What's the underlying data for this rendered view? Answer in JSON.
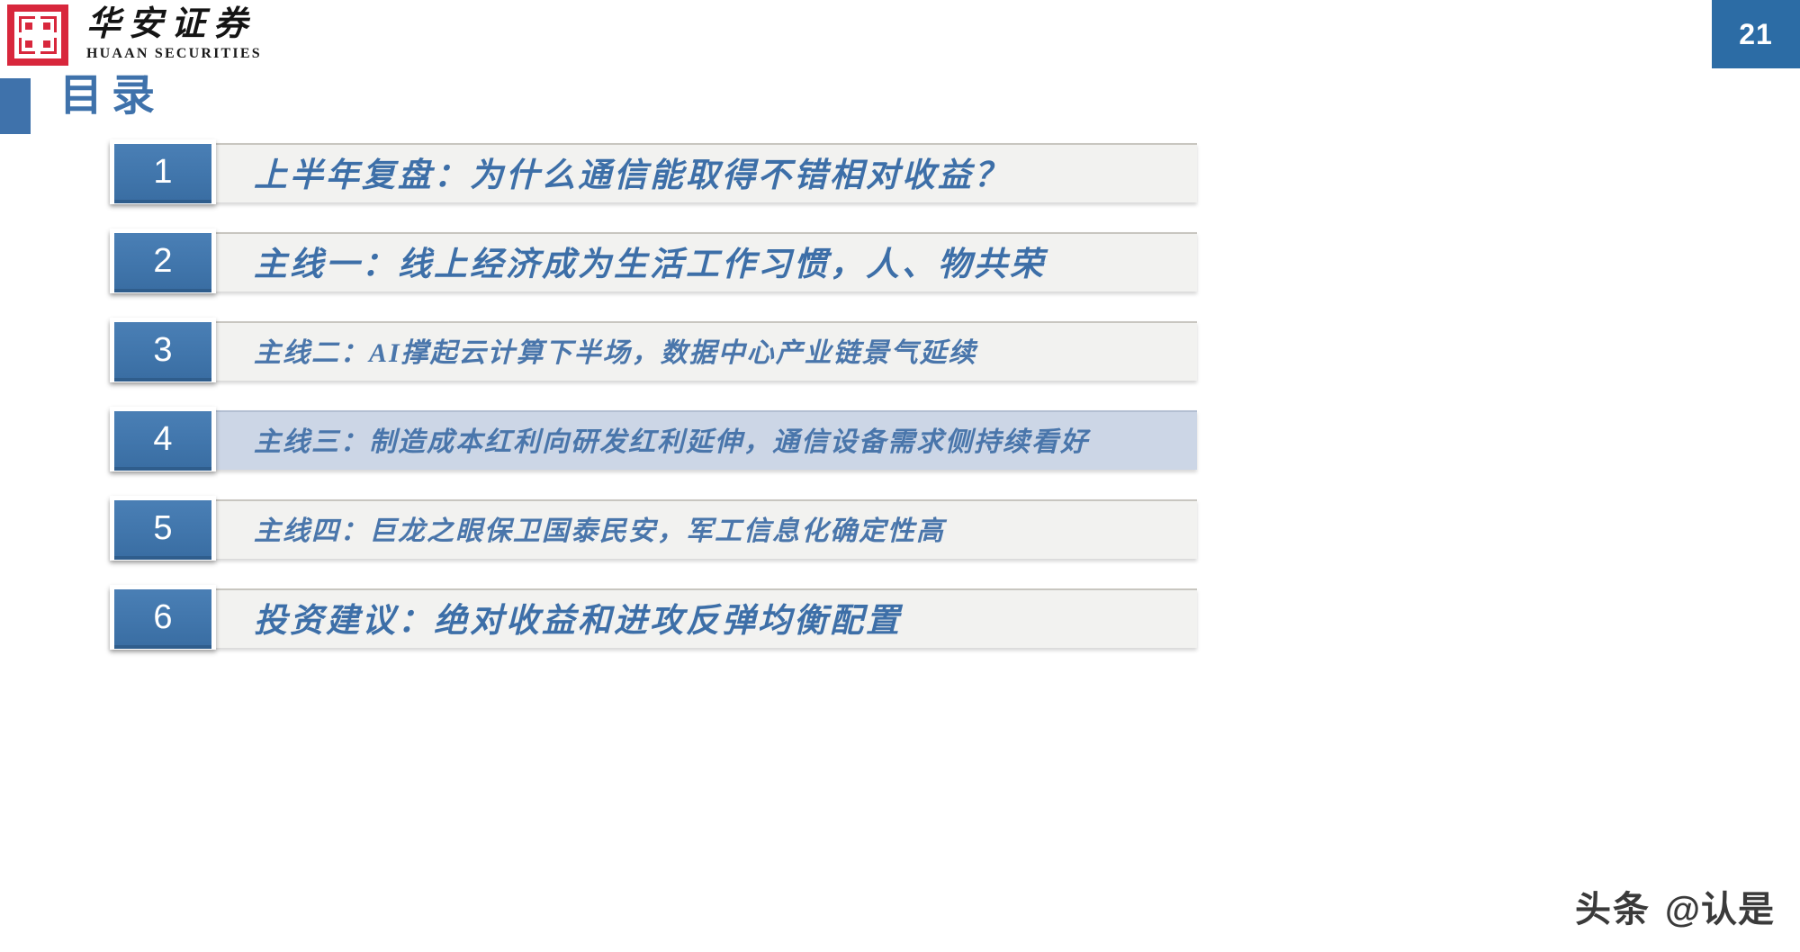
{
  "page": {
    "number": "21",
    "badge_color": "#2c6ca5",
    "accent_color": "#3f72ab",
    "text_color": "#3d6fa8",
    "band_color": "#f2f2f0",
    "highlight_band_color": "#ccd6e6",
    "logo_color": "#d8273c"
  },
  "logo": {
    "name_cn": "华安证券",
    "name_en": "HUAAN SECURITIES",
    "mark": "huaan-square-mark"
  },
  "title": {
    "text": "目录"
  },
  "toc": {
    "items": [
      {
        "number": "1",
        "label": "上半年复盘：为什么通信能取得不错相对收益？",
        "highlight": false,
        "small": false
      },
      {
        "number": "2",
        "label": "主线一：线上经济成为生活工作习惯，人、物共荣",
        "highlight": false,
        "small": false
      },
      {
        "number": "3",
        "label": "主线二：AI撑起云计算下半场，数据中心产业链景气延续",
        "highlight": false,
        "small": true
      },
      {
        "number": "4",
        "label": "主线三：制造成本红利向研发红利延伸，通信设备需求侧持续看好",
        "highlight": true,
        "small": true
      },
      {
        "number": "5",
        "label": "主线四：巨龙之眼保卫国泰民安，军工信息化确定性高",
        "highlight": false,
        "small": true
      },
      {
        "number": "6",
        "label": "投资建议：绝对收益和进攻反弹均衡配置",
        "highlight": false,
        "small": false
      }
    ]
  },
  "watermark": {
    "brand": "头条",
    "handle": "@认是"
  }
}
